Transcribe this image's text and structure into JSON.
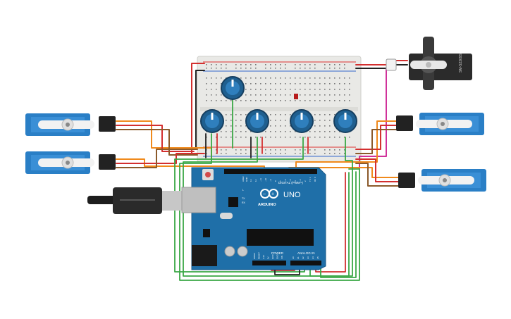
{
  "colors": {
    "servo_blue": "#2a7fc6",
    "arduino_blue": "#1f6fa8",
    "breadboard": "#e9e9e6",
    "wire_red": "#d32f2f",
    "wire_orange": "#f08a1c",
    "wire_brown": "#8b5a2b",
    "wire_green": "#3aa845",
    "wire_magenta": "#d0319a",
    "wire_black": "#222222",
    "knob": "#1f5f8f"
  },
  "board": {
    "digital_label": "DIGITAL (PWM~)",
    "brand": "ARDUINO",
    "model": "UNO",
    "power_label": "POWER",
    "analog_label": "ANALOG IN",
    "tx_label": "TX",
    "rx_label": "RX",
    "l_label": "L",
    "aref_label": "AREF",
    "gnd_label": "GND",
    "digital_pins": [
      "13",
      "12",
      "~11",
      "~10",
      "~9",
      "8",
      "7",
      "~6",
      "~5",
      "4",
      "~3",
      "2",
      "TX 1",
      "RX 0"
    ],
    "power_pins": [
      "IOREF",
      "RESET",
      "3.3V",
      "5V",
      "GND",
      "GND",
      "VIN"
    ],
    "analog_pins": [
      "A0",
      "A1",
      "A2",
      "A3",
      "A4",
      "A5"
    ]
  },
  "large_servo": {
    "model": "SM-S2309S"
  },
  "icons": {
    "usb": "usb-cable-icon",
    "knob": "potentiometer-icon",
    "servo": "micro-servo-icon",
    "logo": "arduino-infinity-icon"
  }
}
